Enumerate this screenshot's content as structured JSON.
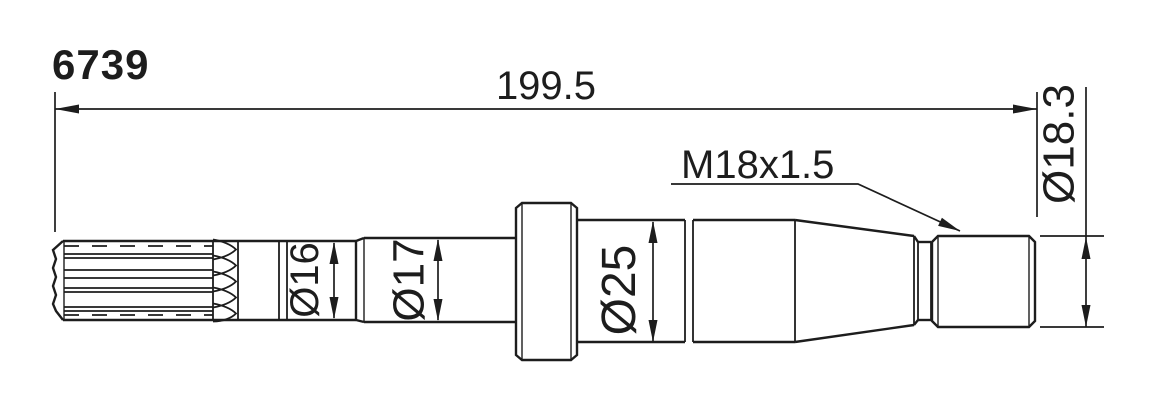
{
  "drawing": {
    "part_number": "6739",
    "dimensions": {
      "overall_length": "199.5",
      "spline_end_diameter": "Ø16",
      "mid_diameter": "Ø17",
      "large_diameter": "Ø25",
      "thread_callout": "M18x1.5",
      "thread_diameter": "Ø18.3"
    },
    "colors": {
      "line": "#1d1d1d",
      "background": "#ffffff"
    }
  }
}
